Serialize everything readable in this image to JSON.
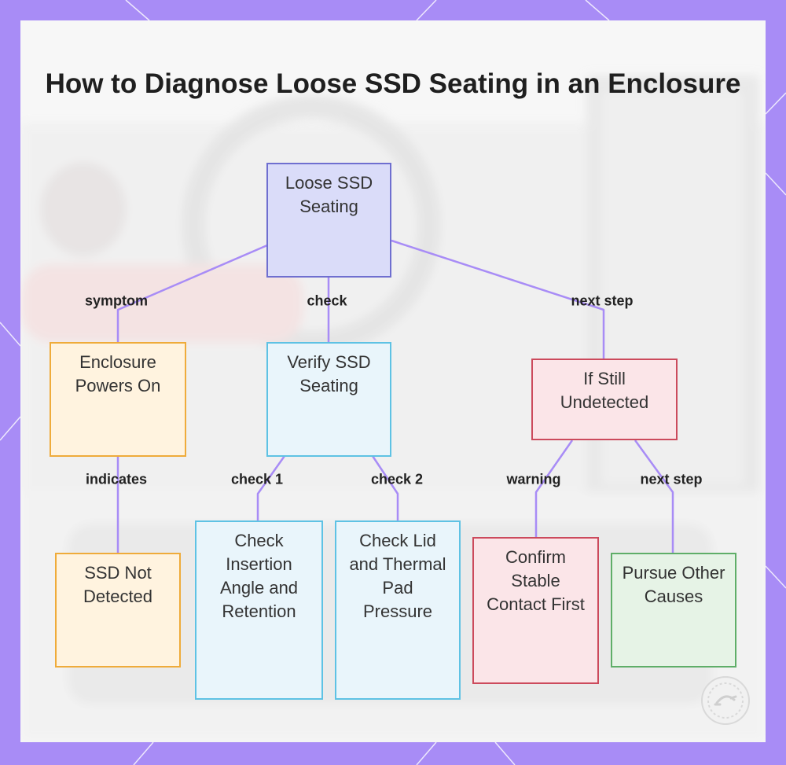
{
  "title": "How to Diagnose Loose SSD Seating in an Enclosure",
  "colors": {
    "frame": "#a88cf6",
    "connector": "#a88cf6",
    "purple_node": "#dadcf9",
    "orange_node": "#fff3df",
    "blue_node": "#e9f5fb",
    "red_node": "#fbe5e8",
    "green_node": "#e6f3e6"
  },
  "nodes": {
    "loose_ssd": "Loose SSD Seating",
    "enclosure_powers_on": "Enclosure Powers On",
    "verify_ssd_seating": "Verify SSD Seating",
    "if_still_undetected": "If Still Undetected",
    "ssd_not_detected": "SSD Not Detected",
    "check_insertion": "Check Insertion Angle and Retention",
    "check_lid": "Check Lid and Thermal Pad Pressure",
    "confirm_contact": "Confirm Stable Contact First",
    "pursue_other": "Pursue Other Causes"
  },
  "edges": {
    "symptom": "symptom",
    "check": "check",
    "next_step_top": "next step",
    "indicates": "indicates",
    "check_1": "check 1",
    "check_2": "check 2",
    "warning": "warning",
    "next_step_bottom": "next step"
  },
  "watermark_icon": "badge-icon"
}
